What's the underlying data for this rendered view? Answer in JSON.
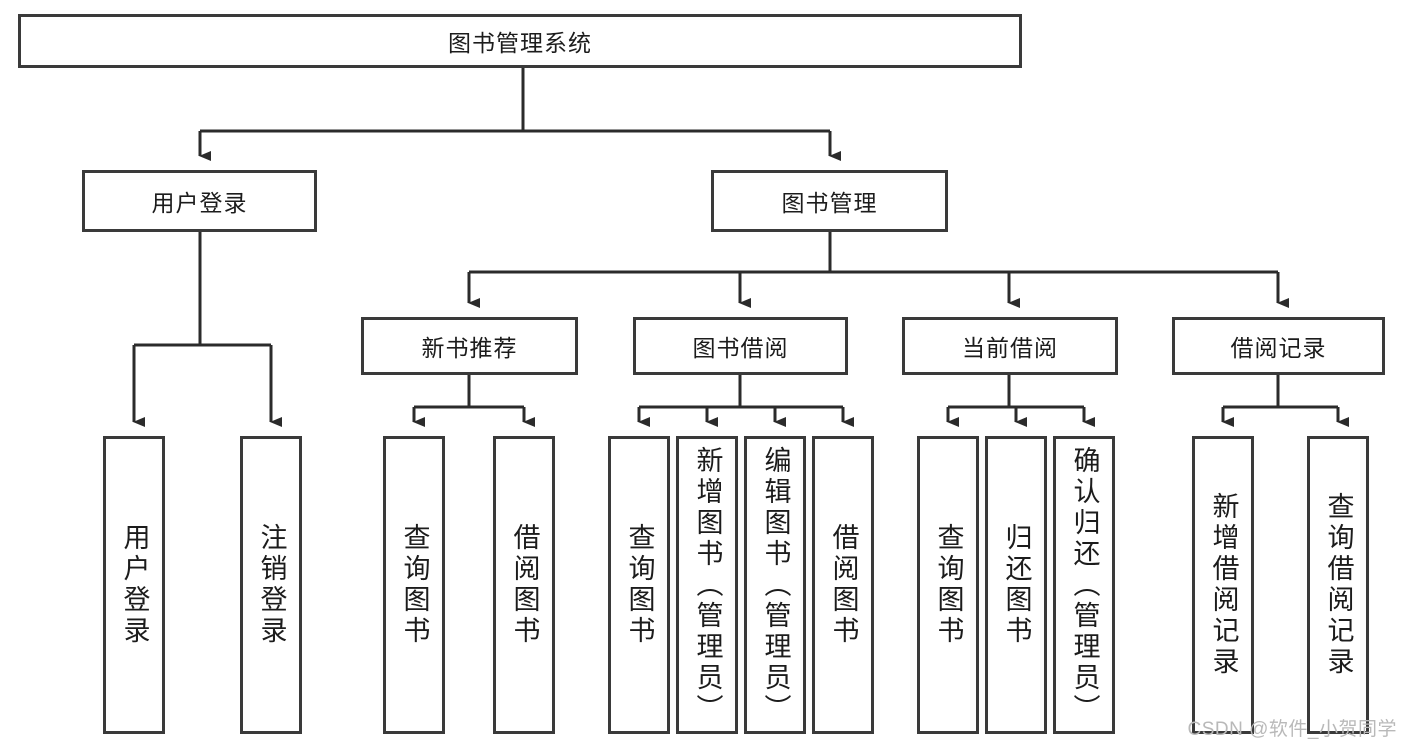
{
  "diagram": {
    "type": "tree",
    "title_node": {
      "id": "root",
      "label": "图书管理系统"
    },
    "level2": [
      {
        "id": "user-login",
        "label": "用户登录"
      },
      {
        "id": "book-management",
        "label": "图书管理"
      }
    ],
    "level3": [
      {
        "id": "new-book-recommend",
        "label": "新书推荐",
        "parent": "book-management"
      },
      {
        "id": "book-borrow",
        "label": "图书借阅",
        "parent": "book-management"
      },
      {
        "id": "current-borrow",
        "label": "当前借阅",
        "parent": "book-management"
      },
      {
        "id": "borrow-record",
        "label": "借阅记录",
        "parent": "book-management"
      }
    ],
    "leaves": [
      {
        "id": "leaf-user-login",
        "label": "用户登录",
        "parent": "user-login"
      },
      {
        "id": "leaf-logout-login",
        "label": "注销登录",
        "parent": "user-login"
      },
      {
        "id": "leaf-query-book-1",
        "label": "查询图书",
        "parent": "new-book-recommend"
      },
      {
        "id": "leaf-borrow-book-1",
        "label": "借阅图书",
        "parent": "new-book-recommend"
      },
      {
        "id": "leaf-query-book-2",
        "label": "查询图书",
        "parent": "book-borrow"
      },
      {
        "id": "leaf-add-book",
        "label": "新增图书（管理员）",
        "parent": "book-borrow"
      },
      {
        "id": "leaf-edit-book",
        "label": "编辑图书（管理员）",
        "parent": "book-borrow"
      },
      {
        "id": "leaf-borrow-book-2",
        "label": "借阅图书",
        "parent": "book-borrow"
      },
      {
        "id": "leaf-query-book-3",
        "label": "查询图书",
        "parent": "current-borrow"
      },
      {
        "id": "leaf-return-book",
        "label": "归还图书",
        "parent": "current-borrow"
      },
      {
        "id": "leaf-confirm-return",
        "label": "确认归还（管理员）",
        "parent": "current-borrow"
      },
      {
        "id": "leaf-add-record",
        "label": "新增借阅记录",
        "parent": "borrow-record"
      },
      {
        "id": "leaf-query-record",
        "label": "查询借阅记录",
        "parent": "borrow-record"
      }
    ],
    "colors": {
      "stroke": "#3a3a3a",
      "connector": "#2b2b2b",
      "background": "#ffffff",
      "text": "#1c1c1c",
      "watermark": "#b9b9b9"
    }
  },
  "watermark": {
    "text": "CSDN @软件_小贺同学"
  }
}
